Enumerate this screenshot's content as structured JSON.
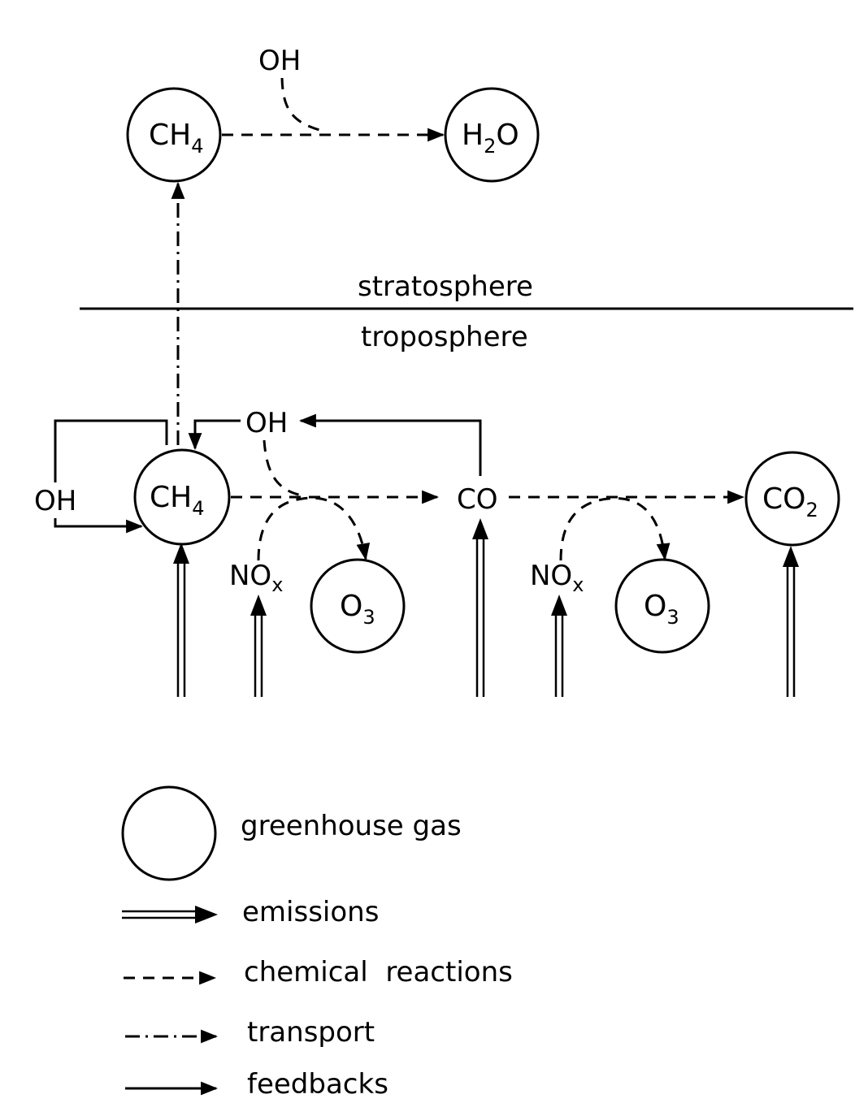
{
  "layers": {
    "upper": "stratosphere",
    "lower": "troposphere"
  },
  "species": {
    "ch4": {
      "main": "CH",
      "sub": "4"
    },
    "h2o": {
      "main1": "H",
      "sub": "2",
      "main2": "O"
    },
    "oh": "OH",
    "co": "CO",
    "co2": {
      "main": "CO",
      "sub": "2"
    },
    "nox": {
      "main": "NO",
      "sub": "x"
    },
    "o3": {
      "main": "O",
      "sub": "3"
    }
  },
  "legend": {
    "greenhouse_gas": "greenhouse gas",
    "emissions": "emissions",
    "chemical_reactions": "chemical  reactions",
    "transport": "transport",
    "feedbacks": "feedbacks"
  }
}
